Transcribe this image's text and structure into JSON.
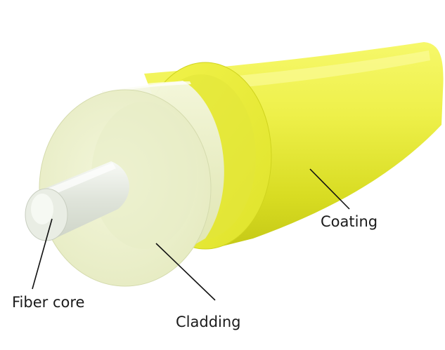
{
  "labels": {
    "coating": "Coating",
    "fiber_core": "Fiber core",
    "cladding": "Cladding"
  },
  "colors": {
    "coating": "#e6ea3a",
    "coating_dark": "#c9cf1c",
    "cladding": "#eef3d2",
    "core": "#e8ece6",
    "leader": "#111111"
  }
}
